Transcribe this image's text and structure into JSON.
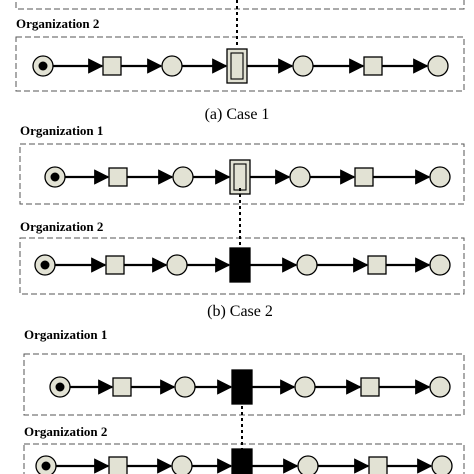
{
  "diagram": {
    "case1": {
      "org2_label": "Organization 2",
      "caption": "(a) Case 1",
      "org2_nodes": [
        "start-place",
        "transition",
        "place",
        "transition-double",
        "place",
        "transition",
        "place"
      ]
    },
    "case2": {
      "org1_label": "Organization 1",
      "org2_label": "Organization 2",
      "caption": "(b) Case 2",
      "org1_nodes": [
        "start-place",
        "transition",
        "place",
        "transition-double",
        "place",
        "transition",
        "place"
      ],
      "org2_nodes": [
        "start-place",
        "transition",
        "place",
        "transition-black",
        "place",
        "transition",
        "place"
      ]
    },
    "case3": {
      "org1_label": "Organization 1",
      "org2_label": "Organization 2",
      "org1_nodes": [
        "start-place",
        "transition",
        "place",
        "transition-black",
        "place",
        "transition",
        "place"
      ],
      "org2_nodes": [
        "start-place",
        "transition",
        "place",
        "transition-black",
        "place",
        "transition",
        "place"
      ]
    },
    "colors": {
      "node_fill": "#e2e2d4",
      "stroke": "#000000",
      "box_border": "#555555"
    }
  }
}
